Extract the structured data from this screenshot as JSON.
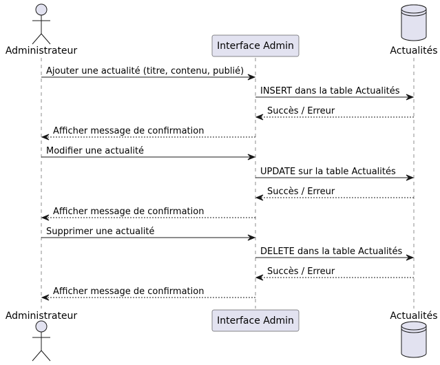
{
  "diagram": {
    "participants": [
      {
        "id": "admin",
        "label": "Administrateur",
        "kind": "actor"
      },
      {
        "id": "ui",
        "label": "Interface Admin",
        "kind": "participant"
      },
      {
        "id": "db",
        "label": "Actualités",
        "kind": "database"
      }
    ],
    "messages": [
      {
        "from": "admin",
        "to": "ui",
        "text": "Ajouter une actualité (titre, contenu, publié)",
        "style": "solid"
      },
      {
        "from": "ui",
        "to": "db",
        "text": "INSERT dans la table Actualités",
        "style": "solid"
      },
      {
        "from": "db",
        "to": "ui",
        "text": "Succès / Erreur",
        "style": "dashed"
      },
      {
        "from": "ui",
        "to": "admin",
        "text": "Afficher message de confirmation",
        "style": "dashed"
      },
      {
        "from": "admin",
        "to": "ui",
        "text": "Modifier une actualité",
        "style": "solid"
      },
      {
        "from": "ui",
        "to": "db",
        "text": "UPDATE sur la table Actualités",
        "style": "solid"
      },
      {
        "from": "db",
        "to": "ui",
        "text": "Succès / Erreur",
        "style": "dashed"
      },
      {
        "from": "ui",
        "to": "admin",
        "text": "Afficher message de confirmation",
        "style": "dashed"
      },
      {
        "from": "admin",
        "to": "ui",
        "text": "Supprimer une actualité",
        "style": "solid"
      },
      {
        "from": "ui",
        "to": "db",
        "text": "DELETE dans la table Actualités",
        "style": "solid"
      },
      {
        "from": "db",
        "to": "ui",
        "text": "Succès / Erreur",
        "style": "dashed"
      },
      {
        "from": "ui",
        "to": "admin",
        "text": "Afficher message de confirmation",
        "style": "dashed"
      }
    ],
    "colors": {
      "participant_fill": "#e2e2f0",
      "participant_border": "#181818",
      "lifeline": "#181818",
      "arrow": "#181818"
    }
  }
}
